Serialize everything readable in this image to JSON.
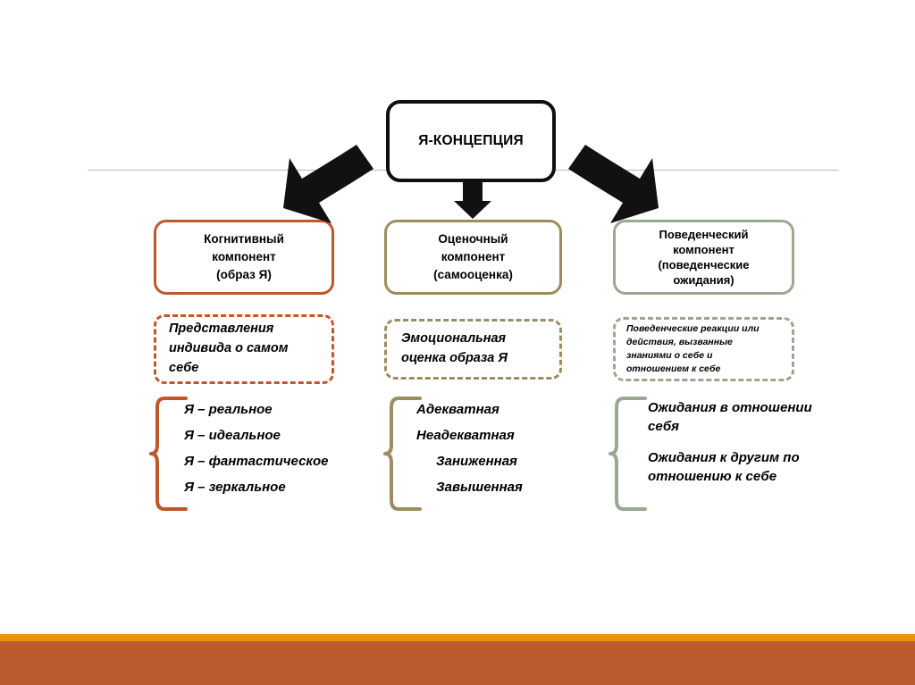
{
  "diagram": {
    "root": {
      "label": "Я-КОНЦЕПЦИЯ",
      "border_color": "#0f0f0f"
    },
    "columns": [
      {
        "accent_color": "#C0572B",
        "component_title_lines": [
          "Когнитивный",
          "компонент",
          "(образ Я)"
        ],
        "description_lines": [
          "Представления",
          "индивида о самом",
          "себе"
        ],
        "items": [
          "Я – реальное",
          "Я – идеальное",
          "Я – фантастическое",
          "Я – зеркальное"
        ]
      },
      {
        "accent_color": "#9C8C5F",
        "component_title_lines": [
          "Оценочный",
          "компонент",
          "(самооценка)"
        ],
        "description_lines": [
          "Эмоциональная",
          "оценка образа Я"
        ],
        "items": [
          "Адекватная",
          "Неадекватная",
          "Заниженная",
          "Завышенная"
        ]
      },
      {
        "accent_color": "#9BA891",
        "component_title_lines": [
          "Поведенческий",
          "компонент",
          "(поведенческие",
          "ожидания)"
        ],
        "description_lines": [
          "Поведенческие реакции или",
          "действия, вызванные",
          "знаниями о себе и",
          "отношением к себе"
        ],
        "items": [
          "Ожидания в отношении себя",
          "Ожидания к другим по отношению к себе"
        ]
      }
    ],
    "footer": {
      "amber_band_color": "#E8920F",
      "orange_band_color": "#BC5B2E"
    },
    "rule_color": "#b9b9bd",
    "arrow_color": "#111111"
  }
}
